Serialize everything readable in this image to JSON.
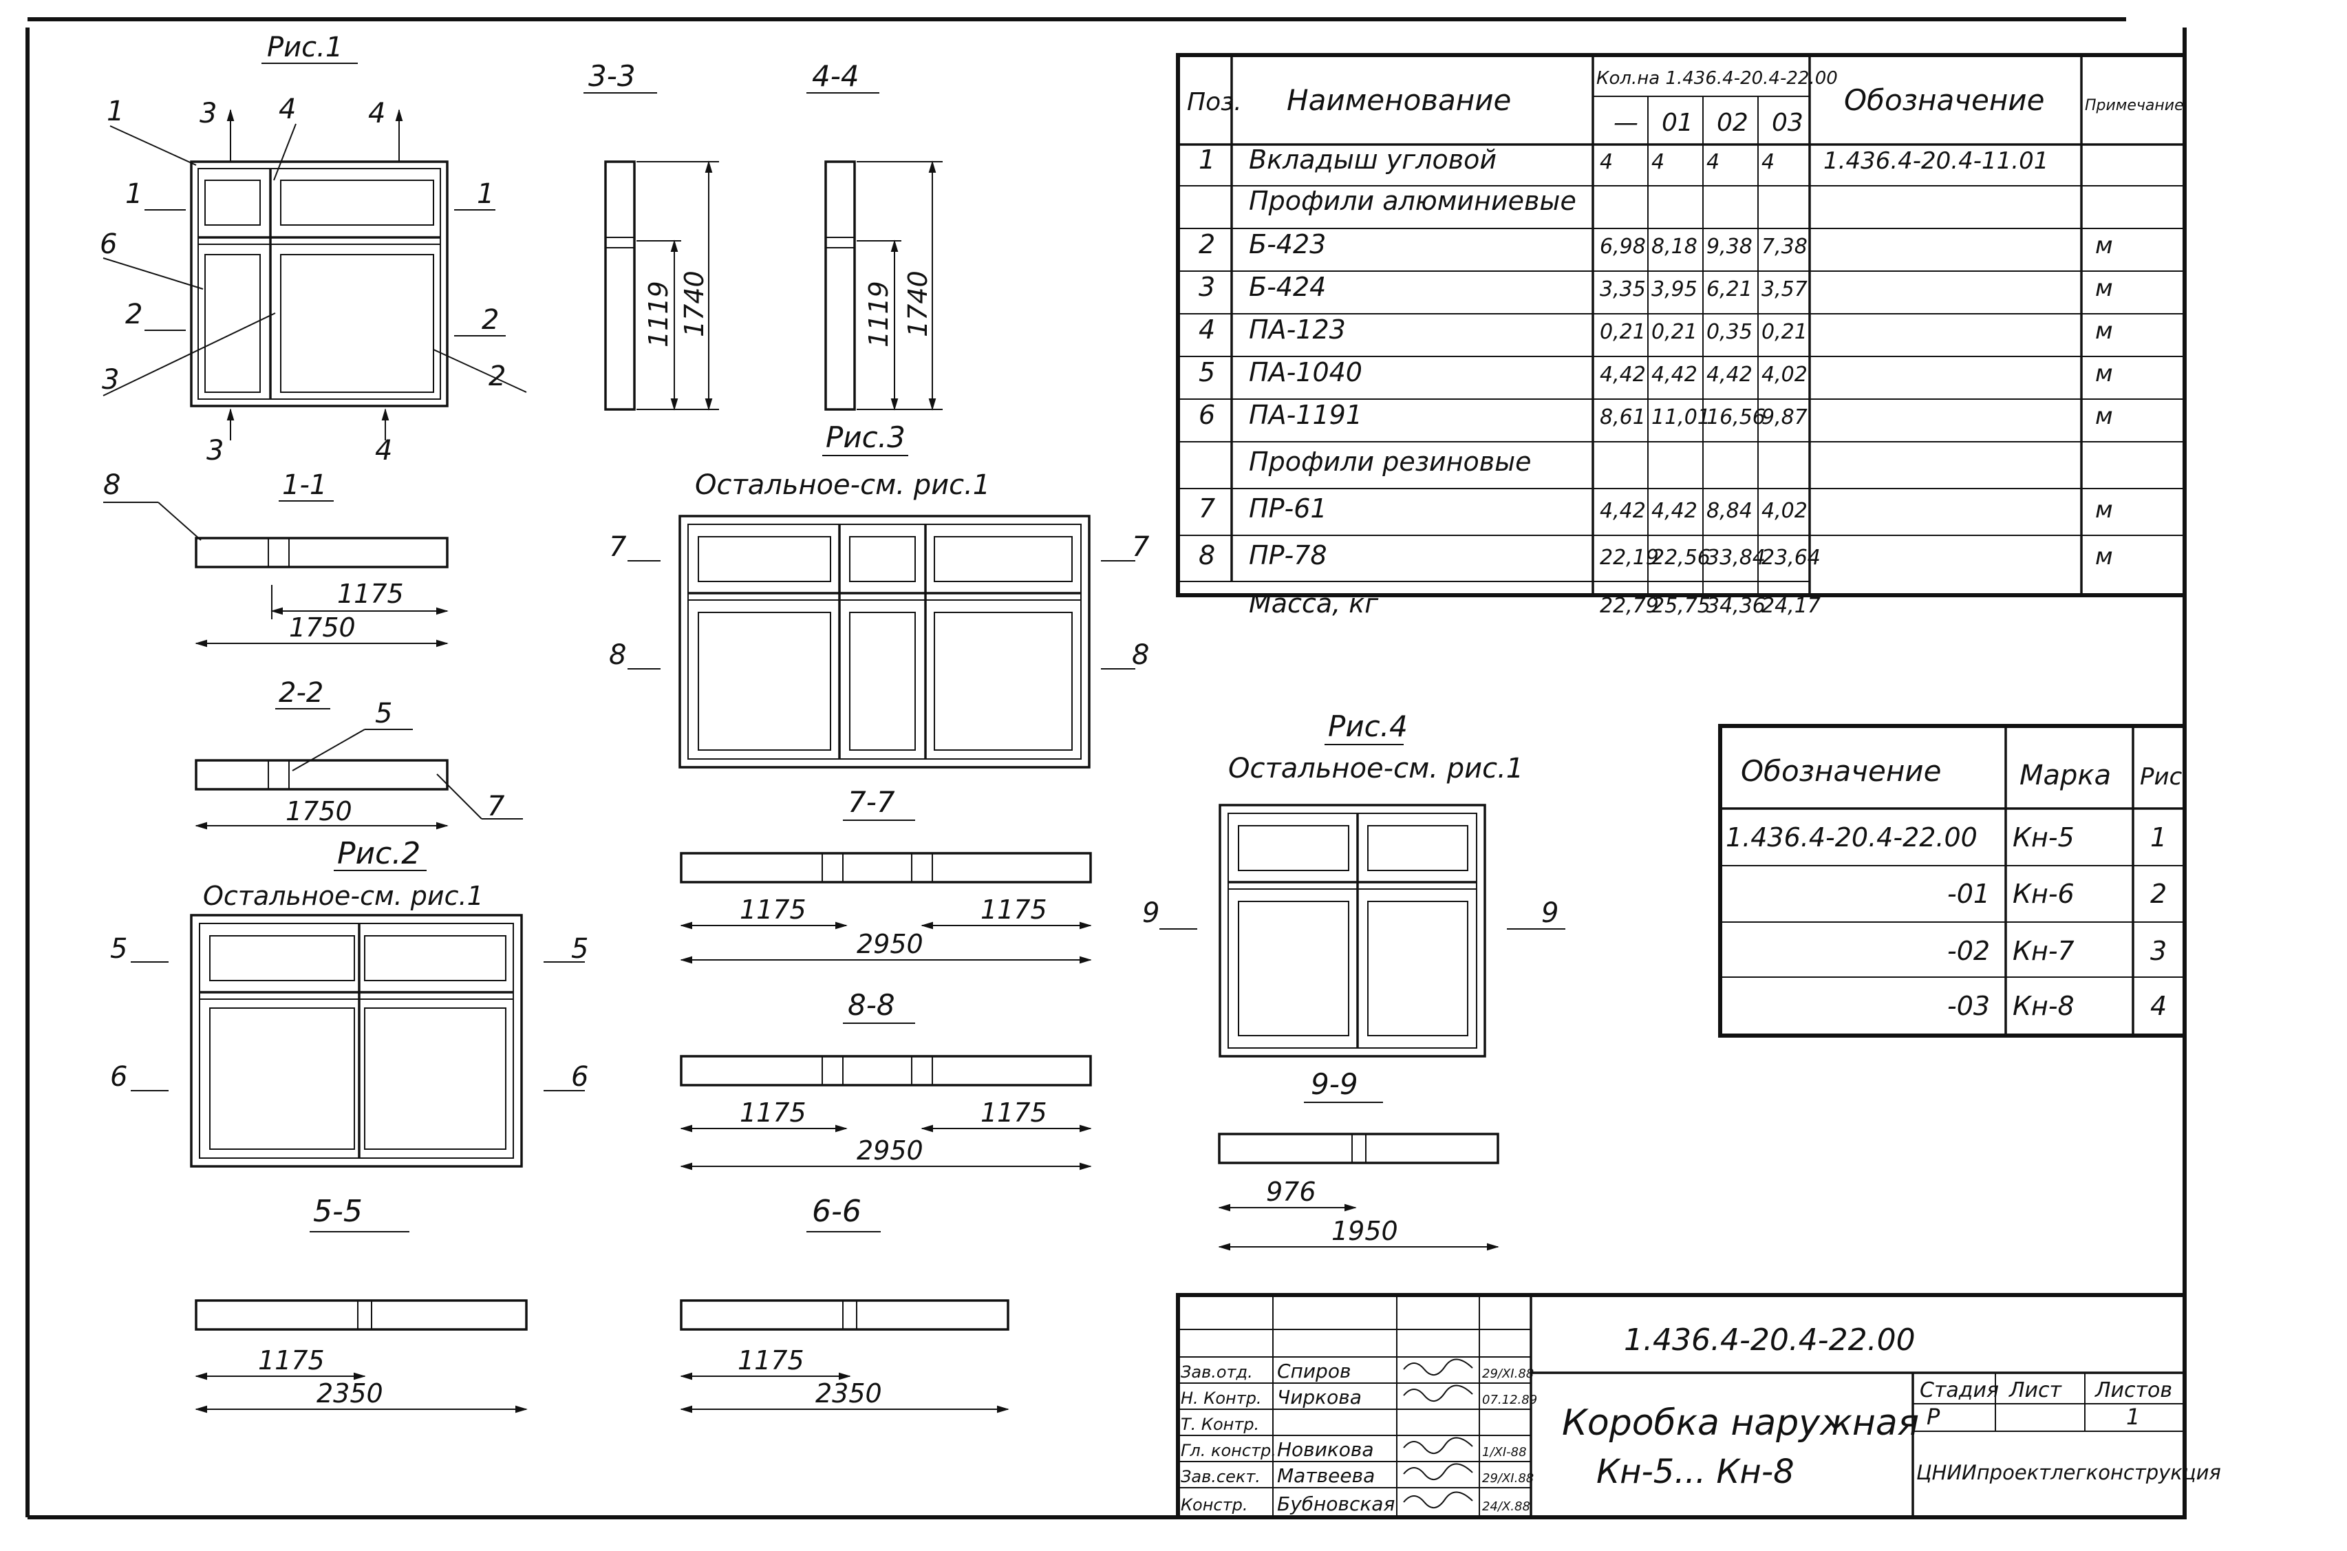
{
  "figures": {
    "fig1": {
      "title": "Рис.1",
      "callouts": [
        "1",
        "3",
        "4",
        "4",
        "1",
        "1",
        "6",
        "2",
        "2",
        "3",
        "2",
        "3",
        "4"
      ]
    },
    "fig2": {
      "title": "Рис.2",
      "note": "Остальное-см. рис.1",
      "cut_marks": [
        "5",
        "5",
        "6",
        "6"
      ]
    },
    "fig3": {
      "title": "Рис.3",
      "note": "Остальное-см. рис.1",
      "cut_marks": [
        "7",
        "7",
        "8",
        "8"
      ]
    },
    "fig4": {
      "title": "Рис.4",
      "note": "Остальное-см. рис.1",
      "cut_marks": [
        "9",
        "9"
      ]
    }
  },
  "sections": {
    "s11": {
      "title": "1-1",
      "callout": "8",
      "dim_inner": "1175",
      "dim_total": "1750"
    },
    "s22": {
      "title": "2-2",
      "callout_a": "5",
      "callout_b": "7",
      "dim_total": "1750"
    },
    "s33": {
      "title": "3-3",
      "dim_a": "1119",
      "dim_b": "1740"
    },
    "s44": {
      "title": "4-4",
      "dim_a": "1119",
      "dim_b": "1740"
    },
    "s55": {
      "title": "5-5",
      "dim_inner": "1175",
      "dim_total": "2350"
    },
    "s66": {
      "title": "6-6",
      "dim_inner": "1175",
      "dim_total": "2350"
    },
    "s77": {
      "title": "7-7",
      "dim_left": "1175",
      "dim_right": "1175",
      "dim_total": "2950"
    },
    "s88": {
      "title": "8-8",
      "dim_left": "1175",
      "dim_right": "1175",
      "dim_total": "2950"
    },
    "s99": {
      "title": "9-9",
      "dim_inner": "976",
      "dim_total": "1950"
    }
  },
  "spec_table": {
    "headers": {
      "pos": "Поз.",
      "name": "Наименование",
      "qty_group": "Кол.на 1.436.4-20.4-22.00",
      "qty_cols": [
        "—",
        "01",
        "02",
        "03"
      ],
      "designation": "Обозначение",
      "note": "Примечание"
    },
    "rows": [
      {
        "pos": "1",
        "name": "Вкладыш угловой",
        "q": [
          "4",
          "4",
          "4",
          "4"
        ],
        "designation": "1.436.4-20.4-11.01",
        "note": ""
      },
      {
        "pos": "",
        "name": "Профили алюминиевые",
        "q": [
          "",
          "",
          "",
          ""
        ],
        "designation": "",
        "note": ""
      },
      {
        "pos": "2",
        "name": "Б-423",
        "q": [
          "6,98",
          "8,18",
          "9,38",
          "7,38"
        ],
        "designation": "",
        "note": "м"
      },
      {
        "pos": "3",
        "name": "Б-424",
        "q": [
          "3,35",
          "3,95",
          "6,21",
          "3,57"
        ],
        "designation": "",
        "note": "м"
      },
      {
        "pos": "4",
        "name": "ПА-123",
        "q": [
          "0,21",
          "0,21",
          "0,35",
          "0,21"
        ],
        "designation": "",
        "note": "м"
      },
      {
        "pos": "5",
        "name": "ПА-1040",
        "q": [
          "4,42",
          "4,42",
          "4,42",
          "4,02"
        ],
        "designation": "",
        "note": "м"
      },
      {
        "pos": "6",
        "name": "ПА-1191",
        "q": [
          "8,61",
          "11,01",
          "16,56",
          "9,87"
        ],
        "designation": "",
        "note": "м"
      },
      {
        "pos": "",
        "name": "Профили резиновые",
        "q": [
          "",
          "",
          "",
          ""
        ],
        "designation": "",
        "note": ""
      },
      {
        "pos": "7",
        "name": "ПР-61",
        "q": [
          "4,42",
          "4,42",
          "8,84",
          "4,02"
        ],
        "designation": "",
        "note": "м"
      },
      {
        "pos": "8",
        "name": "ПР-78",
        "q": [
          "22,19",
          "22,56",
          "33,84",
          "23,64"
        ],
        "designation": "",
        "note": "м"
      },
      {
        "pos": "",
        "name": "Масса, кг",
        "q": [
          "22,79",
          "25,75",
          "34,36",
          "24,17"
        ],
        "designation": "",
        "note": ""
      }
    ]
  },
  "mark_table": {
    "headers": {
      "designation": "Обозначение",
      "mark": "Марка",
      "fig": "Рис."
    },
    "rows": [
      {
        "designation": "1.436.4-20.4-22.00",
        "mark": "Кн-5",
        "fig": "1"
      },
      {
        "designation": "-01",
        "mark": "Кн-6",
        "fig": "2"
      },
      {
        "designation": "-02",
        "mark": "Кн-7",
        "fig": "3"
      },
      {
        "designation": "-03",
        "mark": "Кн-8",
        "fig": "4"
      }
    ]
  },
  "title_block": {
    "doc_code": "1.436.4-20.4-22.00",
    "title_line1": "Коробка наружная",
    "title_line2": "Кн-5... Кн-8",
    "stage_label": "Стадия",
    "sheet_label": "Лист",
    "sheets_label": "Листов",
    "stage": "Р",
    "sheet": "",
    "sheets": "1",
    "org": "ЦНИИпроектлегконструкция",
    "people": [
      {
        "role": "Зав.отд.",
        "name": "Спиров",
        "date": "29/XI.88"
      },
      {
        "role": "Н. Контр.",
        "name": "Чиркова",
        "date": "07.12.89"
      },
      {
        "role": "Т. Контр.",
        "name": "",
        "date": ""
      },
      {
        "role": "Гл. констр.",
        "name": "Новикова",
        "date": "1/XI-88"
      },
      {
        "role": "Зав.сект.",
        "name": "Матвеева",
        "date": "29/XI.88"
      },
      {
        "role": "Констр.",
        "name": "Бубновская",
        "date": "24/X.88"
      }
    ]
  }
}
